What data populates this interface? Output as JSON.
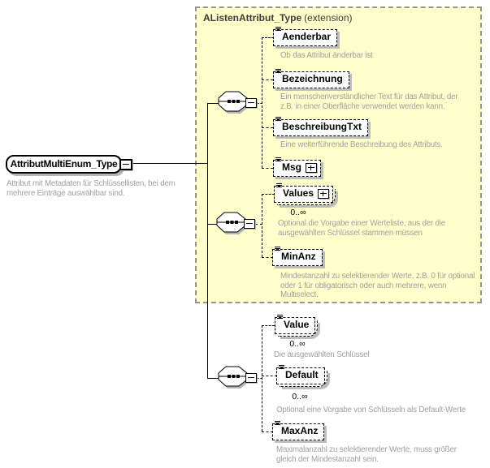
{
  "extension": {
    "title": "AListenAttribut_Type",
    "suffix": "(extension)"
  },
  "root": {
    "name": "AttributMultiEnum_Type",
    "annotation": "Attribut mit Metadaten für Schlüssellisten, bei dem\nmehrere Einträge auswählbar sind."
  },
  "elements": {
    "aenderbar": {
      "name": "Aenderbar",
      "annotation": "Ob das Attribut änderbar ist"
    },
    "bezeichnung": {
      "name": "Bezeichnung",
      "annotation": "Ein menschenverständlicher Text für das Attribut, der\nz.B. in einer Oberfläche verwendet werden kann."
    },
    "beschreibungtxt": {
      "name": "BeschreibungTxt",
      "annotation": "Eine weiterführende Beschreibung des Attributs."
    },
    "msg": {
      "name": "Msg"
    },
    "values": {
      "name": "Values",
      "cardinality": "0..∞",
      "annotation": "Optional die Vorgabe einer Werteliste, aus der die\nausgewählten Schlüssel stammen müssen"
    },
    "minanz": {
      "name": "MinAnz",
      "annotation": "Mindestanzahl zu selektierender Werte, z.B. 0 für optional\noder 1 für obligatorisch oder auch mehrere, wenn\nMultiselect."
    },
    "value": {
      "name": "Value",
      "cardinality": "0..∞",
      "annotation": "Die ausgewählten Schlüssel"
    },
    "default": {
      "name": "Default",
      "cardinality": "0..∞",
      "annotation": "Optional eine Vorgabe von Schlüsseln als Default-Werte"
    },
    "maxanz": {
      "name": "MaxAnz",
      "annotation": "Maximalanzahl zu selektierender Werte, muss größer\ngleich der Mindestanzahl sein."
    }
  },
  "colors": {
    "extension_bg": "#ffffcc",
    "extension_border": "#949494",
    "annotation_text": "#a0a0a0",
    "box_shadow": "#bdbdbd"
  }
}
